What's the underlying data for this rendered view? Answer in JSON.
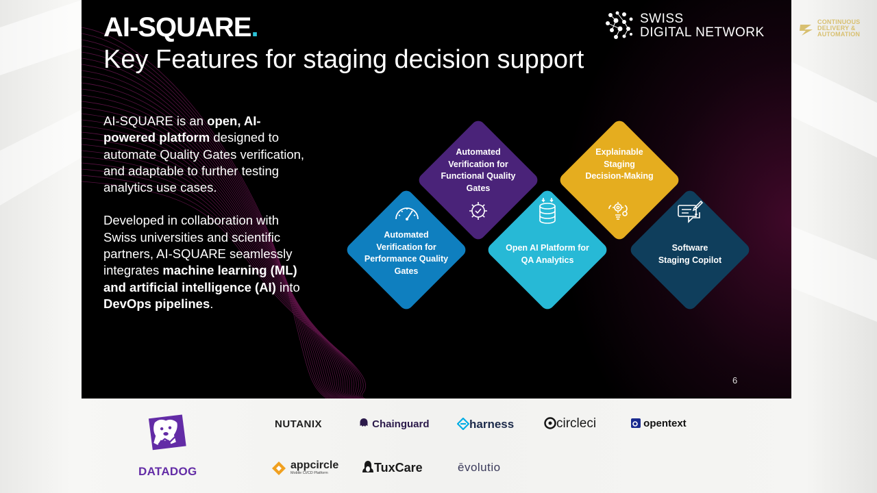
{
  "slide": {
    "brand_name": "AI-SQUARE",
    "brand_dot": ".",
    "title": "Key Features for staging decision support",
    "page_number": "6",
    "partner_logo": {
      "line1": "SWISS",
      "line2": "DIGITAL NETWORK"
    },
    "intro": {
      "p1": [
        {
          "t": "AI-SQUARE is an ",
          "b": false
        },
        {
          "t": "open, AI-powered platform",
          "b": true
        },
        {
          "t": " designed to automate Quality Gates verification, and adaptable to further testing analytics use cases.",
          "b": false
        }
      ],
      "p2": [
        {
          "t": "Developed in collaboration with Swiss universities and scientific partners, AI-SQUARE seamlessly integrates ",
          "b": false
        },
        {
          "t": "machine learning (ML) and artificial intelligence (AI)",
          "b": true
        },
        {
          "t": " into ",
          "b": false
        },
        {
          "t": "DevOps pipelines",
          "b": true
        },
        {
          "t": ".",
          "b": false
        }
      ]
    },
    "features": [
      {
        "id": "perf",
        "lines": [
          "Automated",
          "Verification for",
          "Performance Quality",
          "Gates"
        ],
        "color": "#0f7fbf",
        "icon": "speedometer-icon"
      },
      {
        "id": "func",
        "lines": [
          "Automated",
          "Verification for",
          "Functional Quality",
          "Gates"
        ],
        "color": "#4a2379",
        "icon": "gear-check-icon"
      },
      {
        "id": "open",
        "lines": [
          "Open AI Platform for",
          "QA Analytics"
        ],
        "color": "#27b9d6",
        "icon": "database-icon"
      },
      {
        "id": "expl",
        "lines": [
          "Explainable",
          "Staging",
          "Decision-Making"
        ],
        "color": "#e5ad1f",
        "icon": "brain-gears-icon"
      },
      {
        "id": "copilot",
        "lines": [
          "Software",
          "Staging Copilot"
        ],
        "color": "#0f3e5c",
        "icon": "chat-edit-icon"
      }
    ]
  },
  "event_badge": {
    "lines": [
      "CONTINUOUS",
      "DELIVERY &",
      "AUTOMATION"
    ]
  },
  "sponsors": {
    "main": "DATADOG",
    "row1": [
      "NUTANIX",
      "Chainguard",
      "harness",
      "circleci",
      "opentext"
    ],
    "row2": [
      "appcircle",
      "TuxCare",
      "ēvolutio"
    ],
    "appcircle_tagline": "Mobile CI/CD Platform"
  },
  "colors": {
    "accent_cyan": "#2bc3d8",
    "datadog_purple": "#632ca6"
  }
}
